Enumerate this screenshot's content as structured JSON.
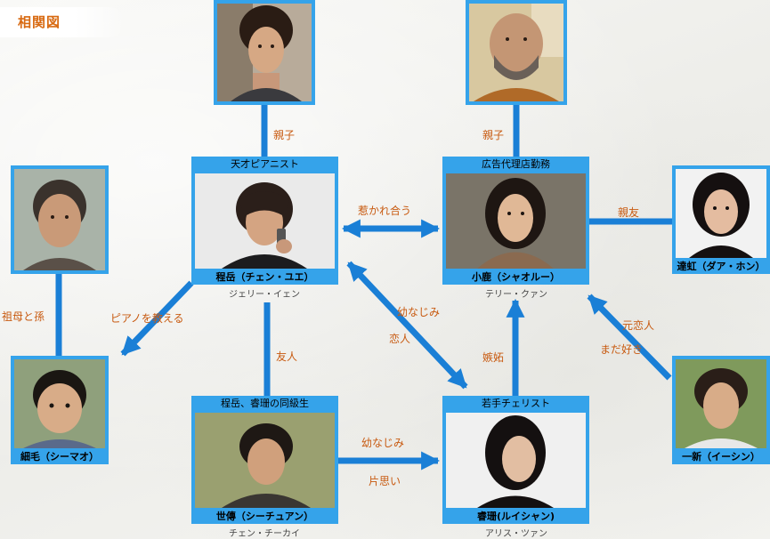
{
  "heading": "相関図",
  "people": {
    "mother": {
      "name": "",
      "icon": "woman-portrait"
    },
    "father": {
      "name": "",
      "icon": "bald-man-portrait"
    },
    "grandma": {
      "name": "",
      "icon": "grandmother-portrait"
    },
    "chengyue": {
      "role": "天才ピアニスト",
      "name": "程岳（チェン・ユエ）",
      "actor": "ジェリー・イェン"
    },
    "xiaolu": {
      "role": "広告代理店勤務",
      "name": "小鹿（シャオルー）",
      "actor": "テリー・クァン"
    },
    "dahong": {
      "name": "達虹（ダア・ホン）"
    },
    "ximao": {
      "name": "細毛（シーマオ）"
    },
    "shichuan": {
      "role": "程岳、睿珊の同級生",
      "name": "世傳（シーチュアン）",
      "actor": "チェン・チーカイ"
    },
    "ruishan": {
      "role": "若手チェリスト",
      "name": "睿珊(ルイシャン)",
      "actor": "アリス・ツァン"
    },
    "yixin": {
      "name": "一新（イーシン）"
    }
  },
  "relations": {
    "parent_child_left": "親子",
    "parent_child_right": "親子",
    "attracted": "惹かれ合う",
    "best_friend": "親友",
    "grandmother_grandson": "祖母と孫",
    "teaches_piano": "ピアノを教える",
    "friend": "友人",
    "childhood_friend_1": "幼なじみ",
    "lover": "恋人",
    "jealousy": "嫉妬",
    "ex_lover": "元恋人",
    "still_likes": "まだ好き",
    "childhood_friend_2": "幼なじみ",
    "one_sided_love": "片思い"
  },
  "colors": {
    "box": "#35a3ea",
    "line": "#1a7fd6",
    "relation_text": "#c85a10",
    "heading": "#d86a12"
  }
}
